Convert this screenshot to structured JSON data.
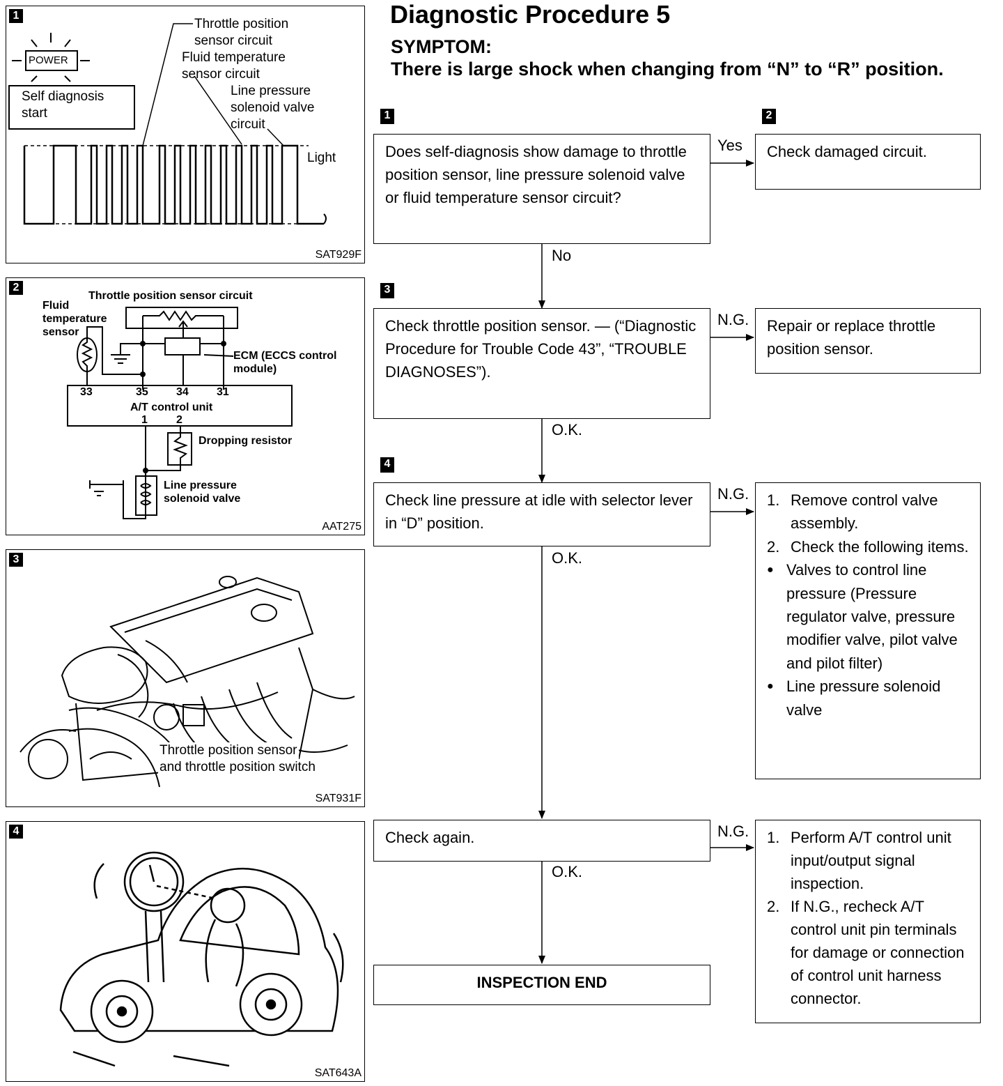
{
  "title": "Diagnostic Procedure 5",
  "symptom_label": "SYMPTOM:",
  "symptom_text": "There is large shock when changing from “N” to “R” position.",
  "figures": {
    "fig1": {
      "badge": "1",
      "power": "POWER",
      "self_diag": "Self diagnosis start",
      "tps": "Throttle position sensor circuit",
      "fts": "Fluid temperature sensor circuit",
      "lps": "Line pressure solenoid valve circuit",
      "light": "Light",
      "code": "SAT929F"
    },
    "fig2": {
      "badge": "2",
      "tps_circuit": "Throttle position sensor circuit",
      "fluid_temp": "Fluid temperature sensor",
      "ecm": "ECM (ECCS control module)",
      "pins": [
        "33",
        "35",
        "34",
        "31"
      ],
      "atcu": "A/T control unit",
      "pin1": "1",
      "pin2": "2",
      "dropping": "Dropping resistor",
      "lps": "Line pressure solenoid valve",
      "code": "AAT275"
    },
    "fig3": {
      "badge": "3",
      "caption_line1": "Throttle position sensor",
      "caption_line2": "and throttle position switch",
      "code": "SAT931F"
    },
    "fig4": {
      "badge": "4",
      "code": "SAT643A"
    }
  },
  "flow": {
    "step1": {
      "badge": "1",
      "text": "Does self-diagnosis show damage to throttle position sensor, line pressure solenoid valve or fluid temperature sensor circuit?",
      "yes": "Yes",
      "no": "No"
    },
    "step2": {
      "badge": "2",
      "text": "Check damaged circuit."
    },
    "step3": {
      "badge": "3",
      "text": "Check throttle position sensor. — (“Diagnostic Procedure for Trouble Code 43”, “TROUBLE DIAGNOSES”).",
      "ng": "N.G.",
      "ok": "O.K.",
      "result": "Repair or replace throttle position sensor."
    },
    "step4": {
      "badge": "4",
      "text": "Check line pressure at idle with selector lever in “D” position.",
      "ng": "N.G.",
      "ok": "O.K.",
      "result_items": [
        {
          "n": "1.",
          "t": "Remove control valve assembly."
        },
        {
          "n": "2.",
          "t": "Check the following items."
        }
      ],
      "result_bullets": [
        "Valves to control line pressure (Pressure regulator valve, pressure modifier valve, pilot valve and pilot filter)",
        "Line pressure solenoid valve"
      ]
    },
    "step5": {
      "text": "Check again.",
      "ng": "N.G.",
      "ok": "O.K.",
      "result_items": [
        {
          "n": "1.",
          "t": "Perform A/T control unit input/output signal inspection."
        },
        {
          "n": "2.",
          "t": "If N.G., recheck A/T control unit pin terminals for damage or connection of control unit harness connector."
        }
      ]
    },
    "end": "INSPECTION END"
  }
}
